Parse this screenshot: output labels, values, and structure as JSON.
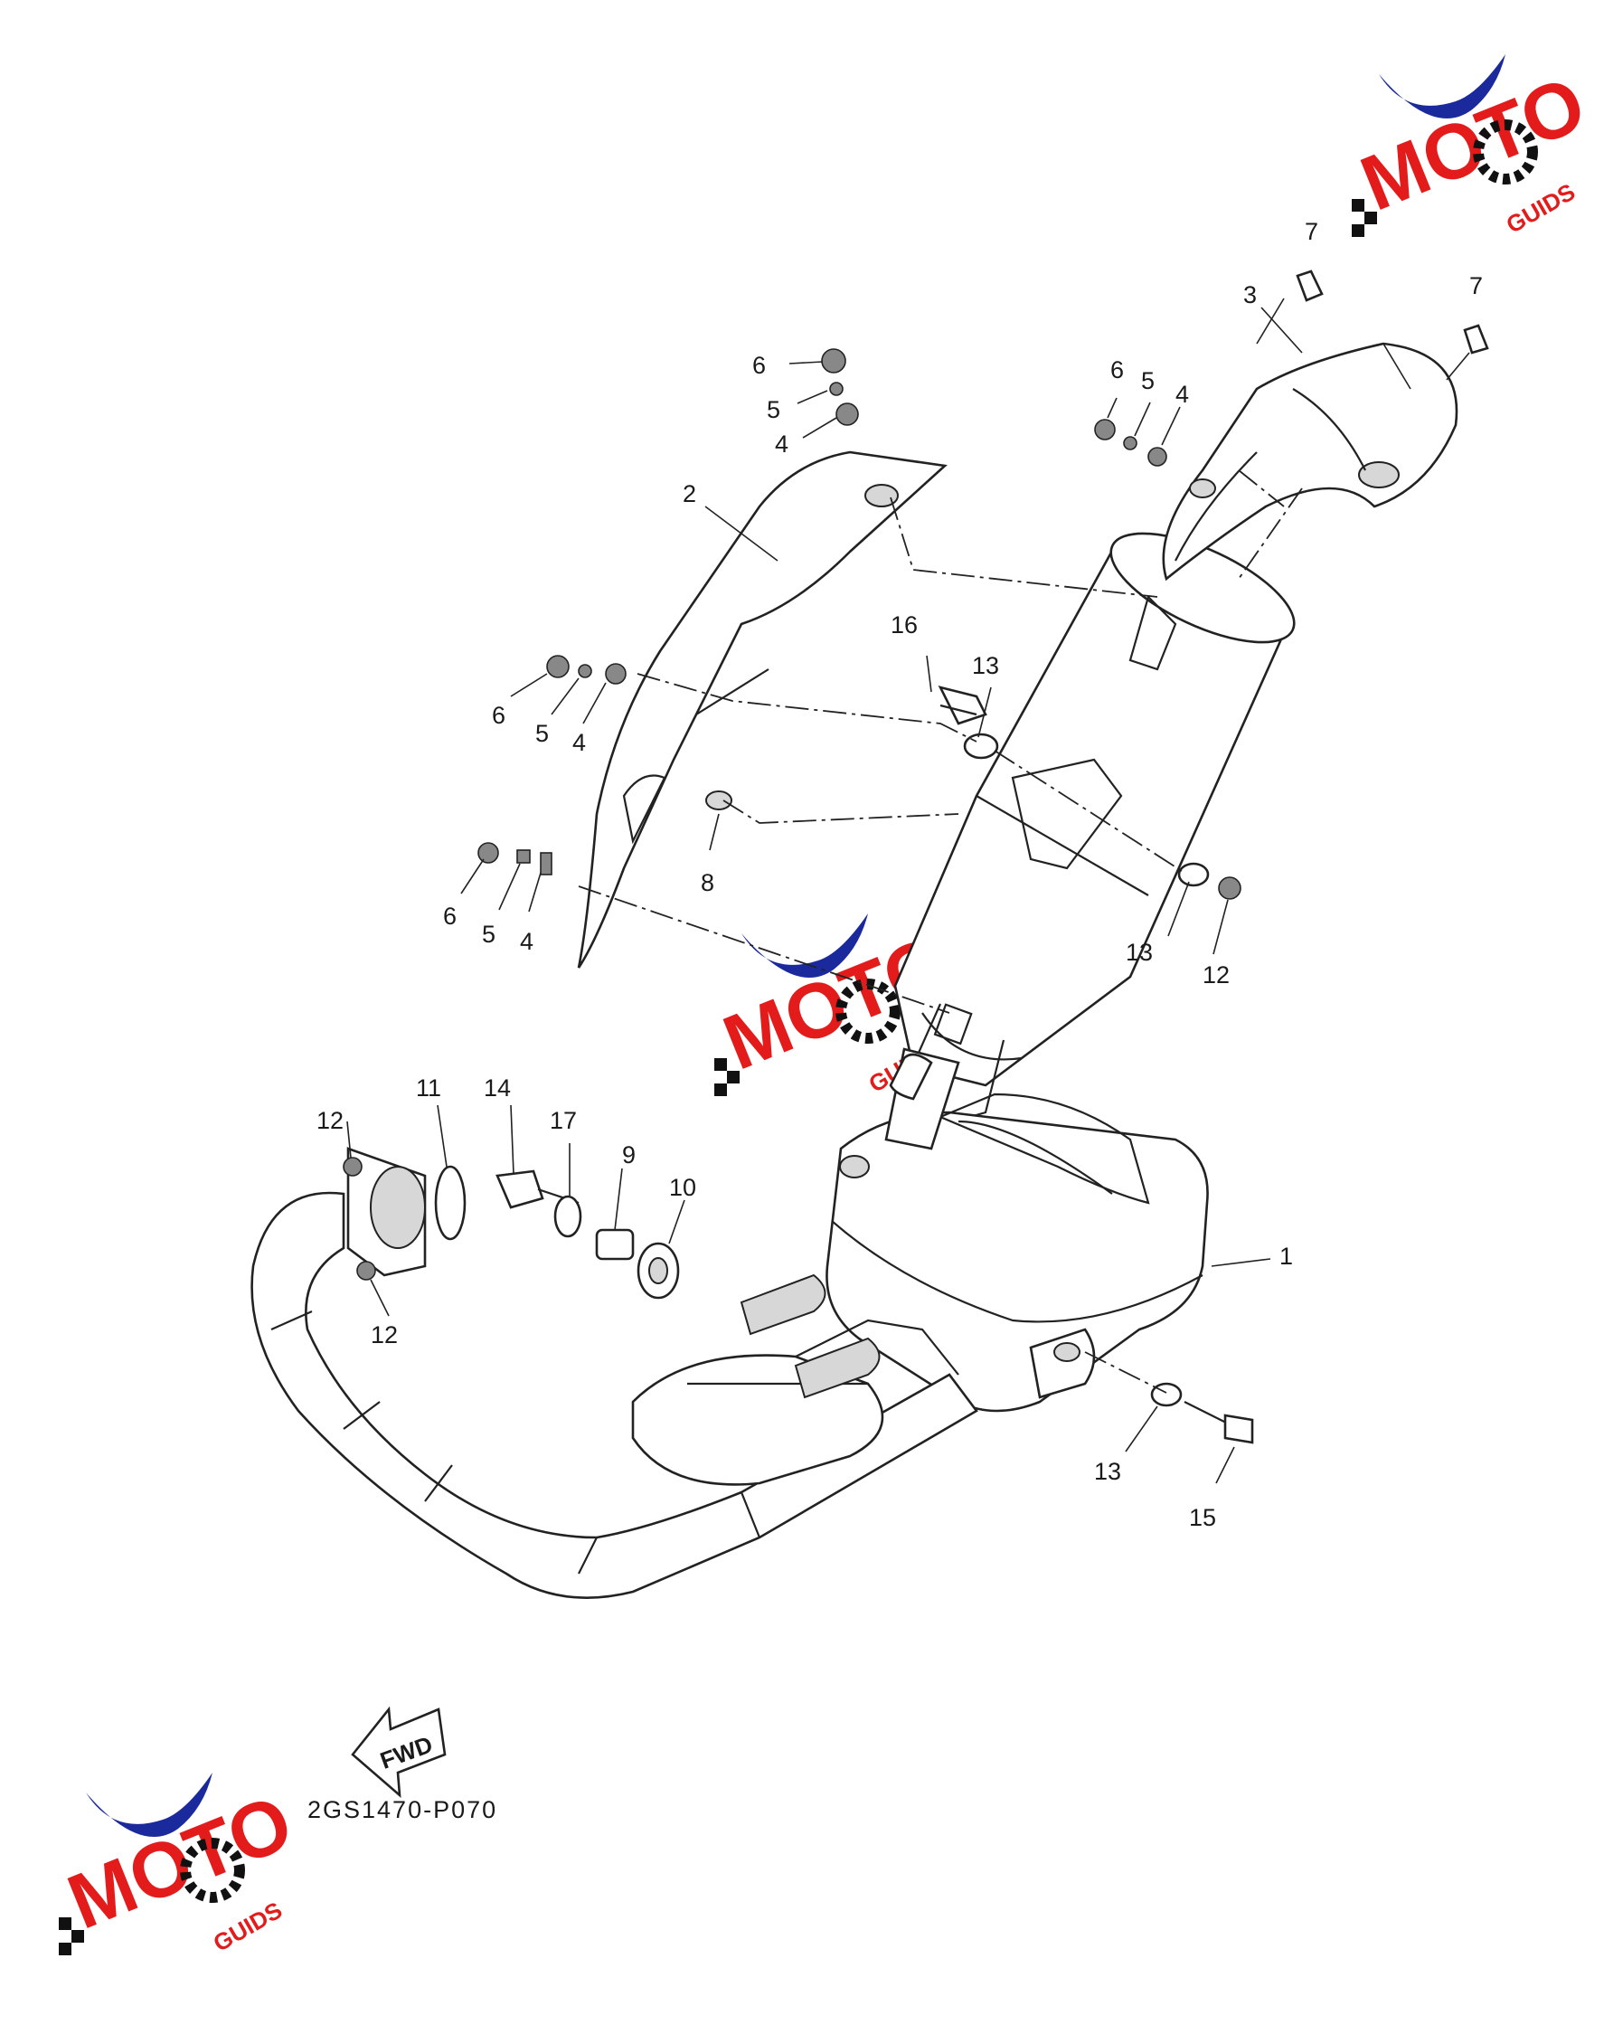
{
  "diagram": {
    "reference_code": "2GS1470-P070",
    "fwd_label": "FWD",
    "watermark_text": "MOTO GUIDS",
    "colors": {
      "line": "#222222",
      "watermark_blue": "#1a2a9c",
      "watermark_red": "#e41b1b",
      "watermark_black": "#111111"
    },
    "callouts": [
      {
        "id": "c1",
        "text": "1"
      },
      {
        "id": "c2",
        "text": "2"
      },
      {
        "id": "c3",
        "text": "3"
      },
      {
        "id": "c4a",
        "text": "4"
      },
      {
        "id": "c4b",
        "text": "4"
      },
      {
        "id": "c4c",
        "text": "4"
      },
      {
        "id": "c4d",
        "text": "4"
      },
      {
        "id": "c5a",
        "text": "5"
      },
      {
        "id": "c5b",
        "text": "5"
      },
      {
        "id": "c5c",
        "text": "5"
      },
      {
        "id": "c5d",
        "text": "5"
      },
      {
        "id": "c6a",
        "text": "6"
      },
      {
        "id": "c6b",
        "text": "6"
      },
      {
        "id": "c6c",
        "text": "6"
      },
      {
        "id": "c6d",
        "text": "6"
      },
      {
        "id": "c7a",
        "text": "7"
      },
      {
        "id": "c7b",
        "text": "7"
      },
      {
        "id": "c8",
        "text": "8"
      },
      {
        "id": "c9",
        "text": "9"
      },
      {
        "id": "c10",
        "text": "10"
      },
      {
        "id": "c11",
        "text": "11"
      },
      {
        "id": "c12a",
        "text": "12"
      },
      {
        "id": "c12b",
        "text": "12"
      },
      {
        "id": "c12c",
        "text": "12"
      },
      {
        "id": "c13a",
        "text": "13"
      },
      {
        "id": "c13b",
        "text": "13"
      },
      {
        "id": "c13c",
        "text": "13"
      },
      {
        "id": "c14",
        "text": "14"
      },
      {
        "id": "c15",
        "text": "15"
      },
      {
        "id": "c16",
        "text": "16"
      },
      {
        "id": "c17",
        "text": "17"
      }
    ]
  }
}
